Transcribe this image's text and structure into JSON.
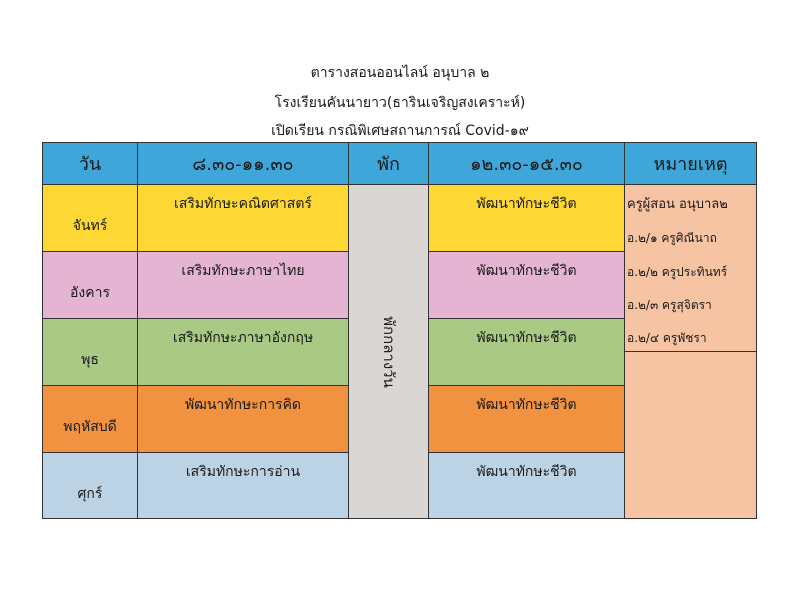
{
  "titles": [
    "ตารางสอนออนไลน์ อนุบาล ๒",
    "โรงเรียนคันนายาว(ธารินเจริญสงเคราะห์)",
    "เปิดเรียน กรณิพิเศษสถานการณ์ Covid-๑๙"
  ],
  "header": {
    "day": "วัน",
    "morning": "๘.๓๐-๑๑.๓๐",
    "break": "พัก",
    "afternoon": "๑๒.๓๐-๑๕.๓๐",
    "notes": "หมายเหตุ"
  },
  "break_text": "พักกลางวัน",
  "rows": [
    {
      "day": "จันทร์",
      "morning": "เสริมทักษะคณิตศาสตร์",
      "afternoon": "พัฒนาทักษะชีวิต",
      "color": "#fdd835"
    },
    {
      "day": "อังคาร",
      "morning": "เสริมทักษะภาษาไทย",
      "afternoon": "พัฒนาทักษะชีวิต",
      "color": "#e4b4d2"
    },
    {
      "day": "พุธ",
      "morning": "เสริมทักษะภาษาอังกฤษ",
      "afternoon": "พัฒนาทักษะชีวิต",
      "color": "#a9c985"
    },
    {
      "day": "พฤหัสบดี",
      "morning": "พัฒนาทักษะการคิด",
      "afternoon": "พัฒนาทักษะชีวิต",
      "color": "#f19240"
    },
    {
      "day": "ศุกร์",
      "morning": "เสริมทักษะการอ่าน",
      "afternoon": "พัฒนาทักษะชีวิต",
      "color": "#bcd3e6"
    }
  ],
  "notes": [
    "ครูผู้สอน อนุบาล๒",
    "อ.๒/๑ ครูศิณีนาถ",
    "อ.๒/๒ ครูประทินทร์",
    "อ.๒/๓ ครูสุจิตรา",
    "อ.๒/๔ ครูพัชรา"
  ]
}
